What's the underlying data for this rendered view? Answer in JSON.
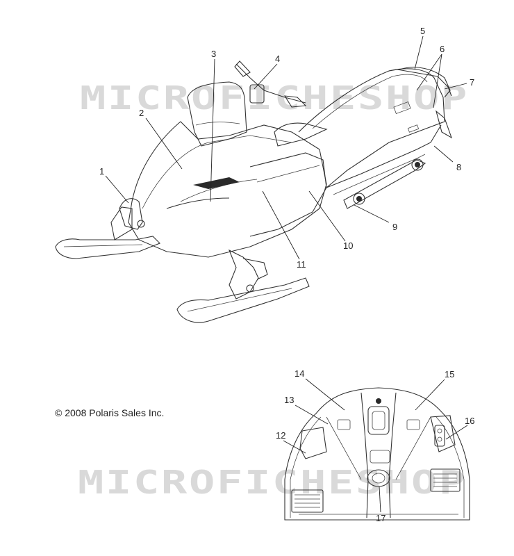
{
  "watermark": {
    "text": "MICROFICHESHOP",
    "text_lower": "MICROFICHESHOP",
    "color": "#d4d4d4"
  },
  "copyright": "© 2008 Polaris Sales Inc.",
  "callouts": {
    "c1": "1",
    "c2": "2",
    "c3": "3",
    "c4": "4",
    "c5": "5",
    "c6": "6",
    "c7": "7",
    "c8": "8",
    "c9": "9",
    "c10": "10",
    "c11": "11",
    "c12": "12",
    "c13": "13",
    "c14": "14",
    "c15": "15",
    "c16": "16",
    "c17": "17"
  }
}
